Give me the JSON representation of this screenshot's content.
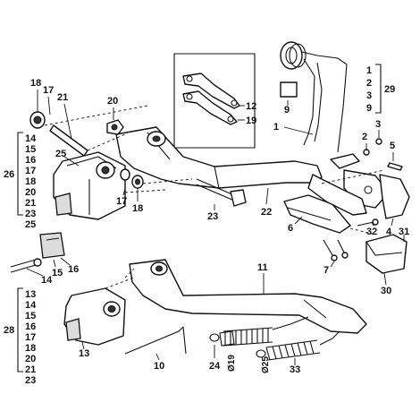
{
  "callouts": {
    "c18_top": "18",
    "c17_top": "17",
    "c21": "21",
    "c20": "20",
    "c12": "12",
    "c19_inset": "19",
    "c9_inset": "9",
    "c1": "1",
    "c25": "25",
    "c17_mid": "17",
    "c18_mid": "18",
    "c23": "23",
    "c22": "22",
    "c2": "2",
    "c3": "3",
    "c5": "5",
    "c4": "4",
    "c6": "6",
    "c32": "32",
    "c31": "31",
    "c7": "7",
    "c30": "30",
    "c15": "15",
    "c16": "16",
    "c14": "14",
    "c11": "11",
    "c13": "13",
    "c10": "10",
    "c24": "24",
    "c33": "33",
    "dia19": "Ø19",
    "dia25": "Ø25"
  },
  "groups": {
    "g26": {
      "label": "26",
      "items": [
        "14",
        "15",
        "16",
        "17",
        "18",
        "20",
        "21",
        "23",
        "25"
      ]
    },
    "g28": {
      "label": "28",
      "items": [
        "13",
        "14",
        "15",
        "16",
        "17",
        "18",
        "20",
        "21",
        "23"
      ]
    },
    "g29": {
      "label": "29",
      "items": [
        "1",
        "2",
        "3",
        "9"
      ]
    }
  }
}
